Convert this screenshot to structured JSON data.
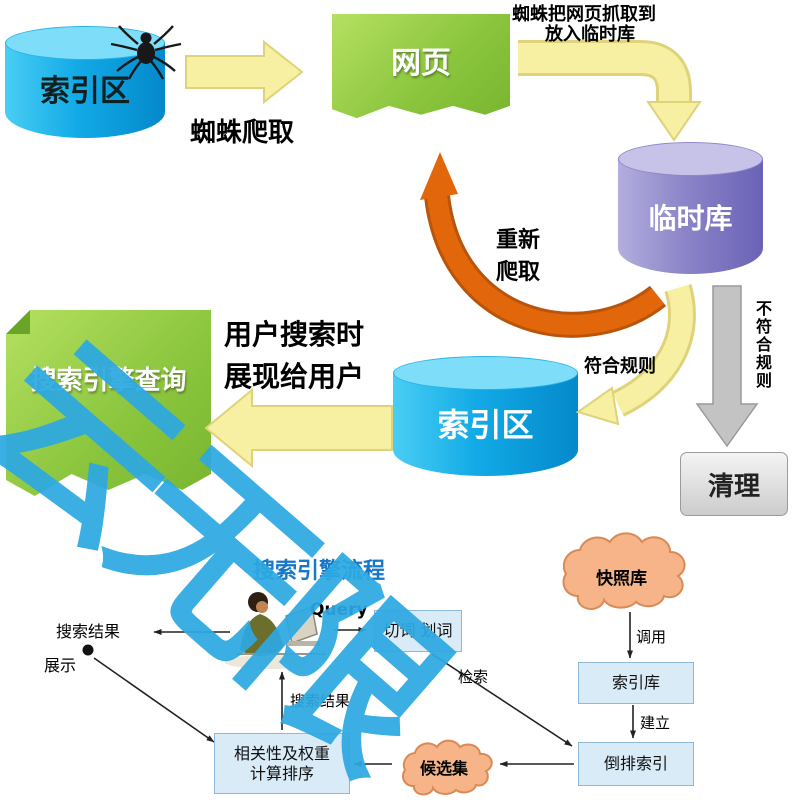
{
  "watermark": {
    "text": "云无限",
    "color": "#2da9e2"
  },
  "top": {
    "source_db": "索引区",
    "webpage": "网页",
    "temp_db": "临时库",
    "index_db": "索引区",
    "query_doc": "搜索引擎查询",
    "clean": "清理",
    "crawl_note": "蜘蛛爬取",
    "grab_note_1": "蜘蛛把网页抓取到",
    "grab_note_2": "放入临时库",
    "recrawl_1": "重新",
    "recrawl_2": "爬取",
    "rule_ok": "符合规则",
    "rule_bad": "不符合规则",
    "show_note_1": "用户搜索时",
    "show_note_2": "展现给用户"
  },
  "bottom": {
    "title": "搜索引擎流程",
    "query": "Query",
    "segment": "切词 划词",
    "snapshot": "快照库",
    "index_store": "索引库",
    "inverted": "倒排索引",
    "candidate": "候选集",
    "rank_1": "相关性及权重",
    "rank_2": "计算排序",
    "result": "搜索结果",
    "display_1": "搜索结果",
    "display_2": "展示",
    "retrieve": "检索",
    "call": "调用",
    "build": "建立"
  }
}
